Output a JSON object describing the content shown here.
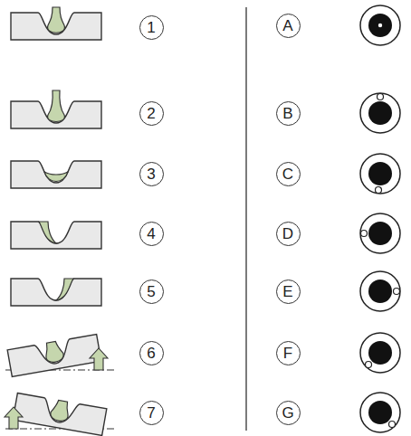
{
  "diagram": {
    "nodes": [
      {
        "text": [
          "1"
        ]
      },
      {
        "text": [
          "A"
        ]
      },
      {
        "text": [
          "2"
        ]
      },
      {
        "text": [
          "B"
        ]
      },
      {
        "text": [
          "3"
        ]
      },
      {
        "text": [
          "C"
        ]
      },
      {
        "text": [
          "4"
        ]
      },
      {
        "text": [
          "D"
        ]
      },
      {
        "text": [
          "5"
        ]
      },
      {
        "text": [
          "E"
        ]
      },
      {
        "text": [
          "6"
        ]
      },
      {
        "text": [
          "F"
        ]
      },
      {
        "text": [
          "7"
        ]
      },
      {
        "text": [
          "G"
        ]
      }
    ]
  }
}
